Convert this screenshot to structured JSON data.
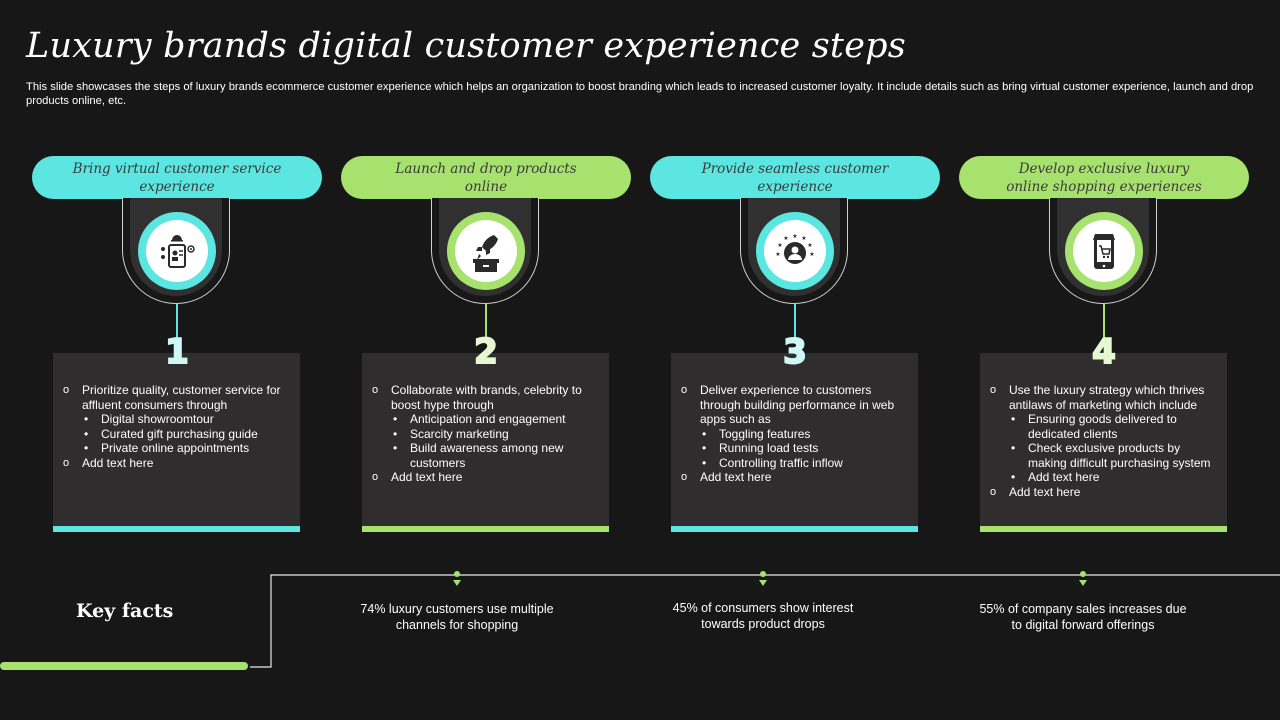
{
  "title": "Luxury brands digital customer experience steps",
  "subtitle": "This slide showcases the steps of luxury brands ecommerce customer experience which helps an organization to boost branding which leads to increased customer loyalty. It include details such as bring virtual customer experience, launch and drop products online, etc.",
  "colors": {
    "cyan": "#5ce6e1",
    "green": "#a8e26e",
    "background": "#171717",
    "card": "#2f2d2e"
  },
  "steps": [
    {
      "number": "1",
      "title": "Bring virtual customer service experience",
      "icon": "virtual-service-icon",
      "items": [
        {
          "level": 1,
          "text": "Prioritize quality, customer service for affluent consumers through"
        },
        {
          "level": 2,
          "text": "Digital showroomtour"
        },
        {
          "level": 2,
          "text": "Curated gift purchasing guide"
        },
        {
          "level": 2,
          "text": "Private online appointments"
        },
        {
          "level": 1,
          "text": "Add text here"
        }
      ]
    },
    {
      "number": "2",
      "title": "Launch and drop products online",
      "icon": "rocket-launch-box-icon",
      "items": [
        {
          "level": 1,
          "text": "Collaborate with brands, celebrity to boost hype through"
        },
        {
          "level": 2,
          "text": "Anticipation and engagement"
        },
        {
          "level": 2,
          "text": "Scarcity marketing"
        },
        {
          "level": 2,
          "text": "Build awareness among new customers"
        },
        {
          "level": 1,
          "text": "Add text here"
        }
      ]
    },
    {
      "number": "3",
      "title": "Provide seamless customer experience",
      "icon": "customer-stars-icon",
      "items": [
        {
          "level": 1,
          "text": "Deliver experience to customers through building performance in web apps such as"
        },
        {
          "level": 2,
          "text": "Toggling features"
        },
        {
          "level": 2,
          "text": "Running load tests"
        },
        {
          "level": 2,
          "text": "Controlling traffic inflow"
        },
        {
          "level": 1,
          "text": "Add text here"
        }
      ]
    },
    {
      "number": "4",
      "title": "Develop exclusive luxury online shopping experiences",
      "icon": "mobile-shopping-icon",
      "items": [
        {
          "level": 1,
          "text": "Use the luxury strategy which thrives antilaws of marketing which include"
        },
        {
          "level": 2,
          "text": "Ensuring goods delivered to dedicated clients"
        },
        {
          "level": 2,
          "text": "Check exclusive products by making difficult purchasing system"
        },
        {
          "level": 2,
          "text": "Add text here"
        },
        {
          "level": 1,
          "text": "Add text here"
        }
      ]
    }
  ],
  "key_facts": {
    "label": "Key facts",
    "facts": [
      "74% luxury customers use multiple channels for shopping",
      "45% of consumers show interest towards product drops",
      "55% of company sales increases due to digital forward offerings"
    ]
  }
}
